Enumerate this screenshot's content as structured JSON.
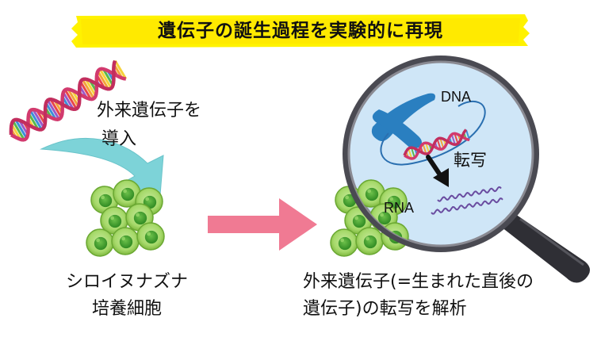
{
  "title": "遺伝子の誕生過程を実験的に再現",
  "labels": {
    "introduce_line1": "外来遺伝子を",
    "introduce_line2": "導入",
    "cells_line1": "シロイヌナズナ",
    "cells_line2": "培養細胞",
    "analysis_line1": "外来遺伝子(=生まれた直後の",
    "analysis_line2": "遺伝子)の転写を解析",
    "dna": "DNA",
    "rna": "RNA",
    "transcription": "転写"
  },
  "colors": {
    "banner": "#fff200",
    "arrow_cyan": "#7dd3d8",
    "arrow_pink": "#f07a93",
    "cell_outer": "#8cc63f",
    "cell_inner": "#3f9a2a",
    "lens_bg": "#cfe6f7",
    "chromosome": "#2a7fc0",
    "rna_purple": "#6a4ca0"
  },
  "icons": [
    "dna-helix-icon",
    "cell-cluster-icon",
    "magnifying-glass-icon",
    "chromosome-icon",
    "rna-strand-icon"
  ]
}
